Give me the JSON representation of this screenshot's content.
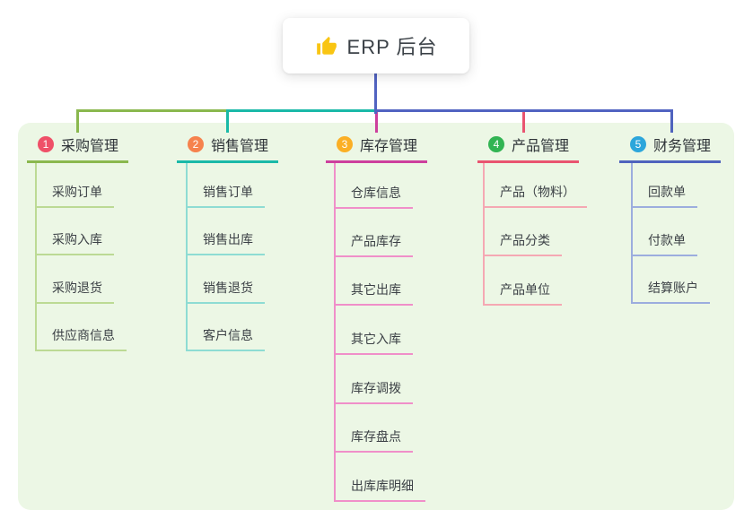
{
  "root": {
    "label": "ERP 后台",
    "icon": "thumbs-up-icon",
    "icon_color": "#f9c513"
  },
  "canvas": {
    "background": "#ffffff",
    "panel_color": "#ecf7e5"
  },
  "connectors": {
    "root_line_color": "#5163c1",
    "bus_left_color": "#8ab84e",
    "bus_mid_color": "#1ab9a8",
    "bus_right_color": "#5163c1"
  },
  "branches": [
    {
      "index": "1",
      "title": "采购管理",
      "badge_color": "#ef5068",
      "line_color": "#8ab84e",
      "sub_line_color": "#bcda94",
      "items": [
        "采购订单",
        "采购入库",
        "采购退货",
        "供应商信息"
      ]
    },
    {
      "index": "2",
      "title": "销售管理",
      "badge_color": "#f6824d",
      "line_color": "#1ab9a8",
      "sub_line_color": "#8edcd3",
      "items": [
        "销售订单",
        "销售出库",
        "销售退货",
        "客户信息"
      ]
    },
    {
      "index": "3",
      "title": "库存管理",
      "badge_color": "#fbaf25",
      "line_color": "#cd3f9d",
      "sub_line_color": "#f08fc9",
      "items": [
        "仓库信息",
        "产品库存",
        "其它出库",
        "其它入库",
        "库存调拨",
        "库存盘点",
        "出库库明细"
      ]
    },
    {
      "index": "4",
      "title": "产品管理",
      "badge_color": "#32b453",
      "line_color": "#e95470",
      "sub_line_color": "#f5a8b3",
      "items": [
        "产品（物料）",
        "产品分类",
        "产品单位"
      ]
    },
    {
      "index": "5",
      "title": "财务管理",
      "badge_color": "#2ca6db",
      "line_color": "#4f63bd",
      "sub_line_color": "#9cadde",
      "items": [
        "回款单",
        "付款单",
        "结算账户"
      ]
    }
  ]
}
